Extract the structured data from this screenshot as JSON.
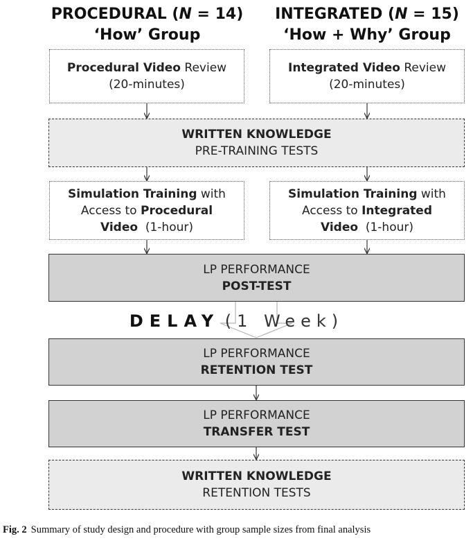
{
  "groups": [
    {
      "title_before": "PROCEDURAL (",
      "title_n": "N",
      "title_after": " = 14)",
      "subtitle": "‘How’ Group",
      "video_review": {
        "bold": "Procedural Video",
        "rest": " Review",
        "duration": "(20-minutes)"
      },
      "simulation": {
        "line1_bold": "Simulation Training",
        "line1_rest": " with",
        "line2_rest": "Access to ",
        "line2_bold": "Procedural",
        "line3_bold": "Video",
        "line3_rest": "  (1-hour)"
      }
    },
    {
      "title_before": "INTEGRATED (",
      "title_n": "N",
      "title_after": " = 15)",
      "subtitle": "‘How + Why’ Group",
      "video_review": {
        "bold": "Integrated Video",
        "rest": " Review",
        "duration": "(20-minutes)"
      },
      "simulation": {
        "line1_bold": "Simulation Training",
        "line1_rest": " with",
        "line2_rest": "Access to ",
        "line2_bold": "Integrated",
        "line3_bold": "Video",
        "line3_rest": "  (1-hour)"
      }
    }
  ],
  "pretest": {
    "line1": "WRITTEN KNOWLEDGE",
    "line2": "PRE-TRAINING TESTS"
  },
  "posttest": {
    "line1": "LP PERFORMANCE",
    "line2": "POST-TEST"
  },
  "delay": {
    "word": "DELAY",
    "period": "(1 Week)"
  },
  "retention": {
    "line1": "LP PERFORMANCE",
    "line2": "RETENTION TEST"
  },
  "transfer": {
    "line1": "LP PERFORMANCE",
    "line2": "TRANSFER TEST"
  },
  "written_retention": {
    "line1": "WRITTEN KNOWLEDGE",
    "line2": "RETENTION TESTS"
  },
  "caption": {
    "label": "Fig. 2",
    "text": "Summary of study design and procedure with group sample sizes from final analysis"
  }
}
